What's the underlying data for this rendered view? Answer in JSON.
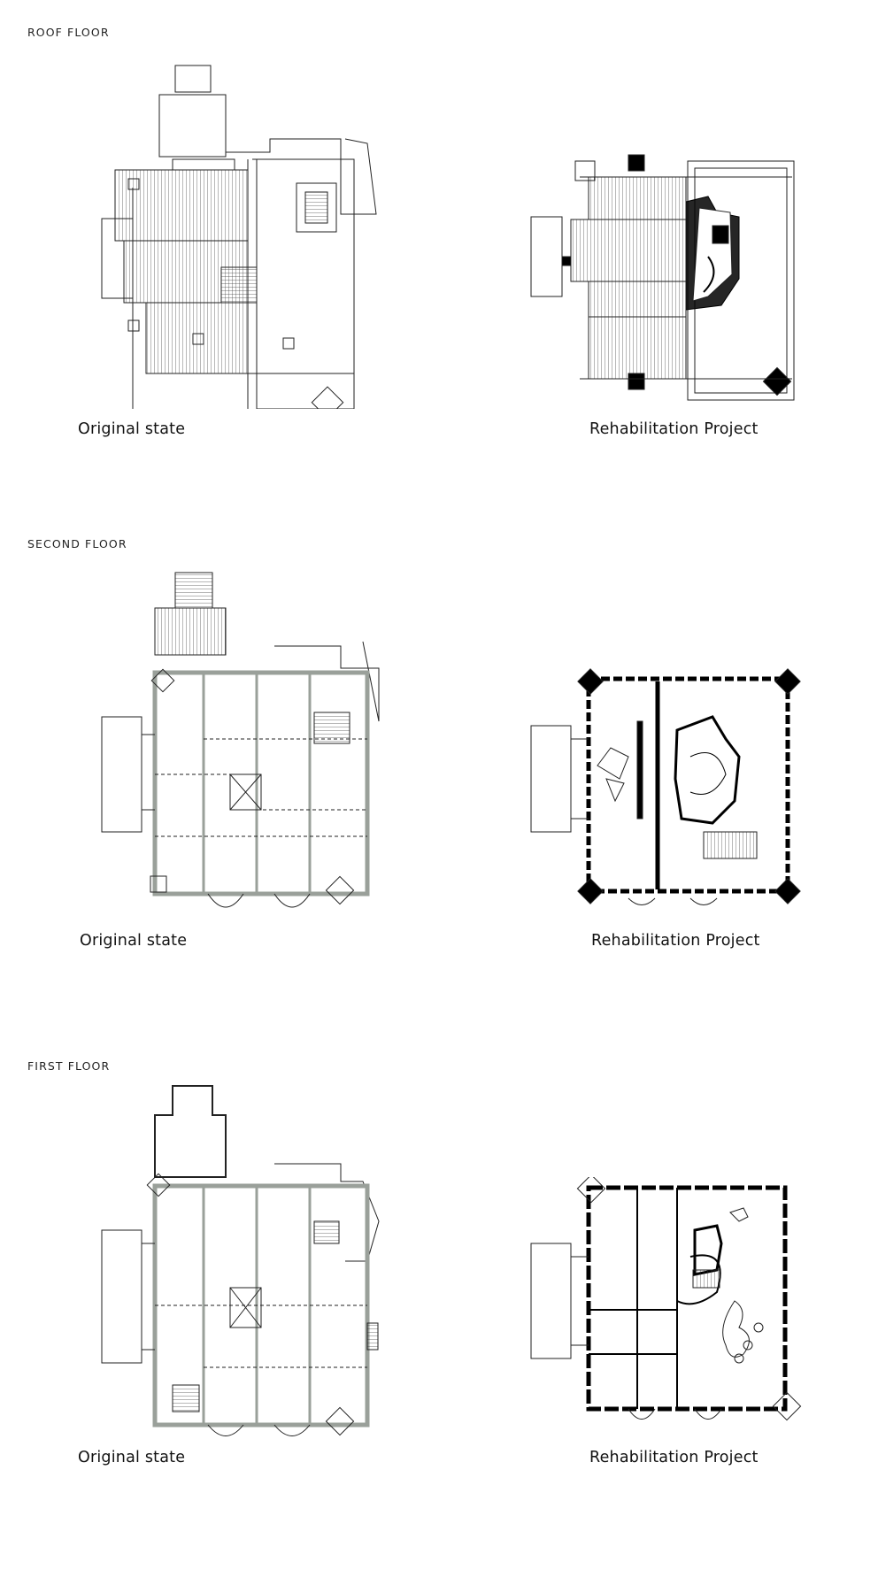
{
  "sections": [
    {
      "title": "ROOF FLOOR",
      "original_caption": "Original state",
      "project_caption": "Rehabilitation Project"
    },
    {
      "title": "SECOND FLOOR",
      "original_caption": "Original state",
      "project_caption": "Rehabilitation Project"
    },
    {
      "title": "FIRST FLOOR",
      "original_caption": "Original state",
      "project_caption": "Rehabilitation Project"
    }
  ],
  "colors": {
    "line": "#222222",
    "wall_original": "#9aa09a",
    "wall_project": "#000000",
    "background": "#ffffff"
  }
}
